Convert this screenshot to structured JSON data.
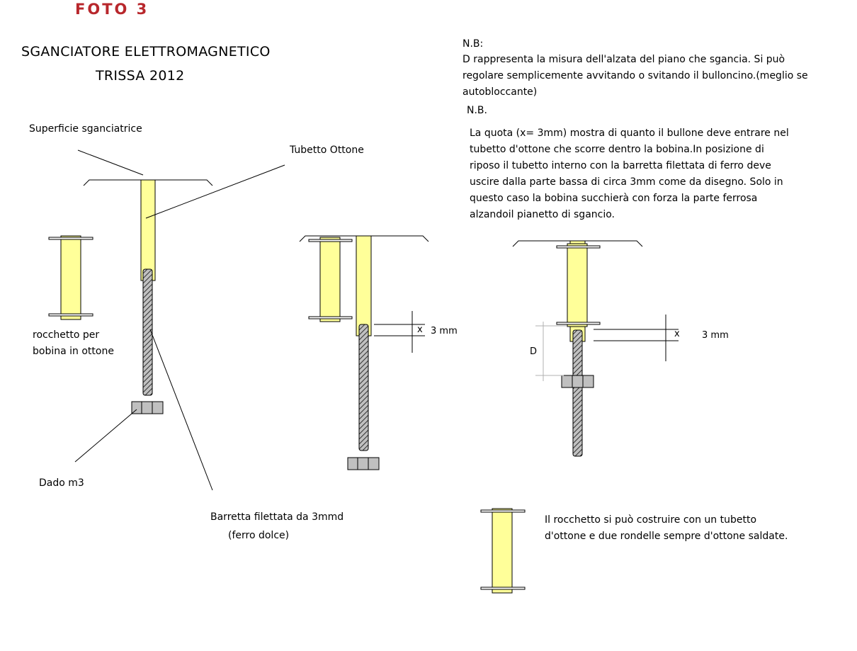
{
  "header": {
    "photo_label": "FOTO 3",
    "title_line1": "SGANCIATORE ELETTROMAGNETICO",
    "title_line2": "TRISSA 2012"
  },
  "notes": {
    "nb1_heading": "N.B:",
    "nb1_lines": [
      "D rappresenta la misura dell'alzata del piano che sgancia. Si può",
      "regolare semplicemente avvitando o svitando il bulloncino.(meglio se",
      "autobloccante)"
    ],
    "nb2_heading": "N.B.",
    "nb2_lines": [
      "La quota (x= 3mm) mostra di quanto il bullone deve entrare nel",
      "tubetto d'ottone che scorre dentro la bobina.In posizione di",
      "riposo il tubetto interno con la barretta filettata di ferro deve",
      "uscire dalla parte bassa di circa 3mm come da disegno. Solo in",
      "questo caso la bobina succhierà con forza la parte ferrosa",
      "alzandoil pianetto di sgancio."
    ]
  },
  "labels": {
    "superficie": "Superficie sganciatrice",
    "tubetto": "Tubetto Ottone",
    "rocchetto_line1": "rocchetto per",
    "rocchetto_line2": "bobina in ottone",
    "dado": "Dado m3",
    "barretta_line1": "Barretta filettata da 3mmd",
    "barretta_line2": "(ferro dolce)",
    "x_mark": "x",
    "dim_3mm": "3 mm",
    "d_label": "D",
    "bottom_note_line1": "Il rocchetto si può costruire con un tubetto",
    "bottom_note_line2": "d'ottone e due rondelle sempre d'ottone saldate."
  },
  "colors": {
    "brass": "#ffff99",
    "iron": "#c0c0c0",
    "line": "#000000",
    "dim_line": "#b0b0b0",
    "photo_label": "#b8272c"
  }
}
